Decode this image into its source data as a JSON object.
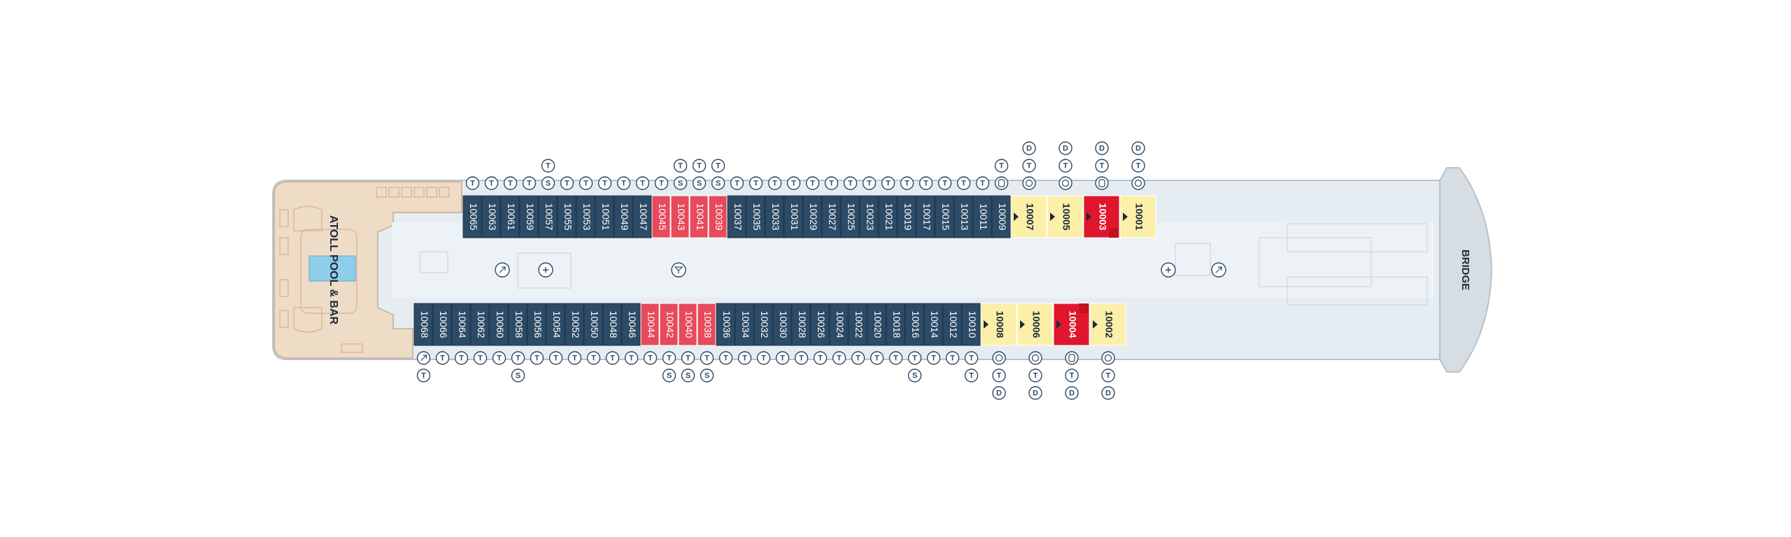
{
  "title": "",
  "labels": {
    "pool": "ATOLL POOL & BAR",
    "bridge": "BRIDGE"
  },
  "colors": {
    "veranda": "#2d4a66",
    "verandaBorder": "#1f3650",
    "concierge": "#e64a5b",
    "signature": "#fcefa8",
    "owner": "#e0162c",
    "deck": "#e6edf2",
    "corridor": "#edf2f6",
    "poolDeck": "#efdcc6",
    "poolDeckStroke": "#c9a98a",
    "pool": "#8fcdea",
    "hull": "#b8c2cb",
    "symbol": "#2d4a66"
  },
  "cabins": {
    "upper": [
      {
        "num": "10065",
        "type": "veranda",
        "symbols": [
          "T"
        ]
      },
      {
        "num": "10063",
        "type": "veranda",
        "symbols": [
          "T"
        ]
      },
      {
        "num": "10061",
        "type": "veranda",
        "symbols": [
          "T"
        ]
      },
      {
        "num": "10059",
        "type": "veranda",
        "symbols": [
          "T"
        ]
      },
      {
        "num": "10057",
        "type": "veranda",
        "symbols": [
          "T",
          "S"
        ]
      },
      {
        "num": "10055",
        "type": "veranda",
        "symbols": [
          "T"
        ]
      },
      {
        "num": "10053",
        "type": "veranda",
        "symbols": [
          "T"
        ]
      },
      {
        "num": "10051",
        "type": "veranda",
        "symbols": [
          "T"
        ]
      },
      {
        "num": "10049",
        "type": "veranda",
        "symbols": [
          "T"
        ]
      },
      {
        "num": "10047",
        "type": "veranda",
        "symbols": [
          "T"
        ]
      },
      {
        "num": "10045",
        "type": "concierge",
        "symbols": [
          "T"
        ]
      },
      {
        "num": "10043",
        "type": "concierge",
        "symbols": [
          "T",
          "S"
        ]
      },
      {
        "num": "10041",
        "type": "concierge",
        "symbols": [
          "T",
          "S"
        ]
      },
      {
        "num": "10039",
        "type": "concierge",
        "symbols": [
          "T",
          "S"
        ]
      },
      {
        "num": "10037",
        "type": "veranda",
        "symbols": [
          "T"
        ]
      },
      {
        "num": "10035",
        "type": "veranda",
        "symbols": [
          "T"
        ]
      },
      {
        "num": "10033",
        "type": "veranda",
        "symbols": [
          "T"
        ]
      },
      {
        "num": "10031",
        "type": "veranda",
        "symbols": [
          "T"
        ]
      },
      {
        "num": "10029",
        "type": "veranda",
        "symbols": [
          "T"
        ]
      },
      {
        "num": "10027",
        "type": "veranda",
        "symbols": [
          "T"
        ]
      },
      {
        "num": "10025",
        "type": "veranda",
        "symbols": [
          "T"
        ]
      },
      {
        "num": "10023",
        "type": "veranda",
        "symbols": [
          "T"
        ]
      },
      {
        "num": "10021",
        "type": "veranda",
        "symbols": [
          "T"
        ]
      },
      {
        "num": "10019",
        "type": "veranda",
        "symbols": [
          "T"
        ]
      },
      {
        "num": "10017",
        "type": "veranda",
        "symbols": [
          "T"
        ]
      },
      {
        "num": "10015",
        "type": "veranda",
        "symbols": [
          "T"
        ]
      },
      {
        "num": "10013",
        "type": "veranda",
        "symbols": [
          "T"
        ]
      },
      {
        "num": "10011",
        "type": "veranda",
        "symbols": [
          "T"
        ]
      },
      {
        "num": "10009",
        "type": "veranda",
        "symbols": [
          "T",
          "B"
        ]
      },
      {
        "num": "10007",
        "type": "signature",
        "symbols": [
          "D",
          "T",
          "W"
        ]
      },
      {
        "num": "10005",
        "type": "signature",
        "symbols": [
          "D",
          "T",
          "W"
        ]
      },
      {
        "num": "10003",
        "type": "owner",
        "symbols": [
          "D",
          "T",
          "B"
        ]
      },
      {
        "num": "10001",
        "type": "signature",
        "symbols": [
          "D",
          "T",
          "W"
        ]
      }
    ],
    "lower": [
      {
        "num": "10068",
        "type": "veranda",
        "symbols": [
          "A",
          "T"
        ]
      },
      {
        "num": "10066",
        "type": "veranda",
        "symbols": [
          "T"
        ]
      },
      {
        "num": "10064",
        "type": "veranda",
        "symbols": [
          "T"
        ]
      },
      {
        "num": "10062",
        "type": "veranda",
        "symbols": [
          "T"
        ]
      },
      {
        "num": "10060",
        "type": "veranda",
        "symbols": [
          "T"
        ]
      },
      {
        "num": "10058",
        "type": "veranda",
        "symbols": [
          "T",
          "S"
        ]
      },
      {
        "num": "10056",
        "type": "veranda",
        "symbols": [
          "T"
        ]
      },
      {
        "num": "10054",
        "type": "veranda",
        "symbols": [
          "T"
        ]
      },
      {
        "num": "10052",
        "type": "veranda",
        "symbols": [
          "T"
        ]
      },
      {
        "num": "10050",
        "type": "veranda",
        "symbols": [
          "T"
        ]
      },
      {
        "num": "10048",
        "type": "veranda",
        "symbols": [
          "T"
        ]
      },
      {
        "num": "10046",
        "type": "veranda",
        "symbols": [
          "T"
        ]
      },
      {
        "num": "10044",
        "type": "concierge",
        "symbols": [
          "T"
        ]
      },
      {
        "num": "10042",
        "type": "concierge",
        "symbols": [
          "T",
          "S"
        ]
      },
      {
        "num": "10040",
        "type": "concierge",
        "symbols": [
          "T",
          "S"
        ]
      },
      {
        "num": "10038",
        "type": "concierge",
        "symbols": [
          "T",
          "S"
        ]
      },
      {
        "num": "10036",
        "type": "veranda",
        "symbols": [
          "T"
        ]
      },
      {
        "num": "10034",
        "type": "veranda",
        "symbols": [
          "T"
        ]
      },
      {
        "num": "10032",
        "type": "veranda",
        "symbols": [
          "T"
        ]
      },
      {
        "num": "10030",
        "type": "veranda",
        "symbols": [
          "T"
        ]
      },
      {
        "num": "10028",
        "type": "veranda",
        "symbols": [
          "T"
        ]
      },
      {
        "num": "10026",
        "type": "veranda",
        "symbols": [
          "T"
        ]
      },
      {
        "num": "10024",
        "type": "veranda",
        "symbols": [
          "T"
        ]
      },
      {
        "num": "10022",
        "type": "veranda",
        "symbols": [
          "T"
        ]
      },
      {
        "num": "10020",
        "type": "veranda",
        "symbols": [
          "T"
        ]
      },
      {
        "num": "10018",
        "type": "veranda",
        "symbols": [
          "T"
        ]
      },
      {
        "num": "10016",
        "type": "veranda",
        "symbols": [
          "T",
          "S"
        ]
      },
      {
        "num": "10014",
        "type": "veranda",
        "symbols": [
          "T"
        ]
      },
      {
        "num": "10012",
        "type": "veranda",
        "symbols": [
          "T"
        ]
      },
      {
        "num": "10010",
        "type": "veranda",
        "symbols": [
          "T",
          "T"
        ]
      },
      {
        "num": "10008",
        "type": "signature",
        "symbols": [
          "W",
          "T",
          "D"
        ]
      },
      {
        "num": "10006",
        "type": "signature",
        "symbols": [
          "W",
          "T",
          "D"
        ]
      },
      {
        "num": "10004",
        "type": "owner",
        "symbols": [
          "B",
          "T",
          "D"
        ]
      },
      {
        "num": "10002",
        "type": "signature",
        "symbols": [
          "W",
          "T",
          "D"
        ]
      }
    ]
  },
  "corridorIcons": [
    "wheelchair-icon",
    "elevator-icon",
    "bar-icon",
    "elevator-icon",
    "wheelchair-icon"
  ]
}
